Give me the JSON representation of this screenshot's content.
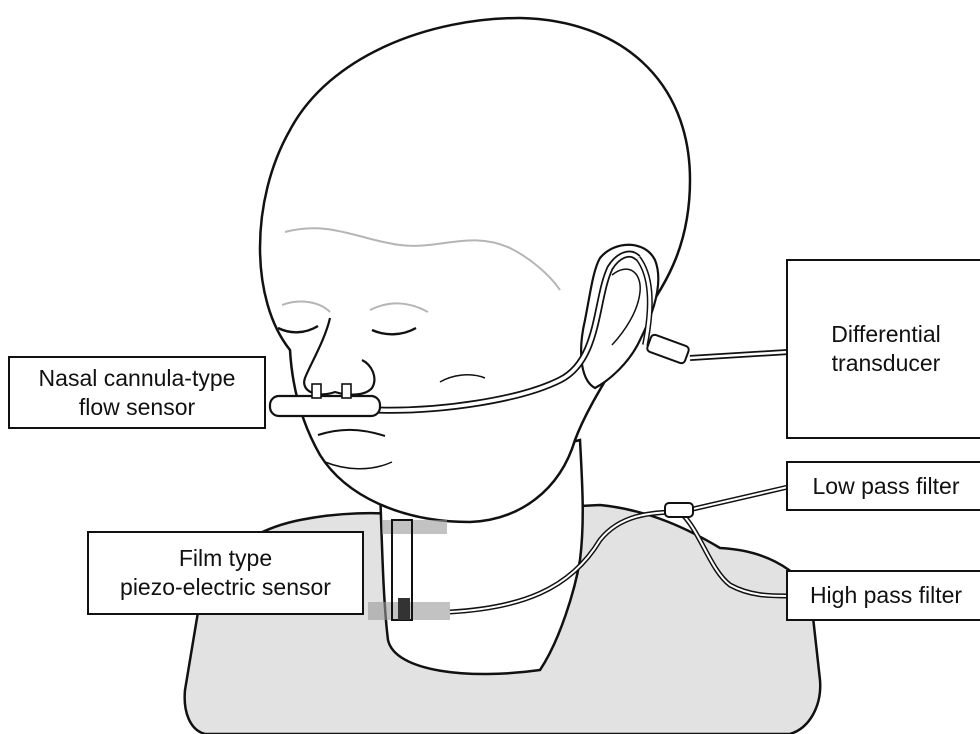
{
  "labels": {
    "nasal": {
      "line1": "Nasal cannula-type",
      "line2": "flow sensor"
    },
    "differential": {
      "line1": "Differential",
      "line2": "transducer"
    },
    "low_pass": "Low pass filter",
    "film": {
      "line1": "Film type",
      "line2": "piezo-electric sensor"
    },
    "high_pass": "High pass filter"
  },
  "colors": {
    "line": "#111111",
    "shoulder_fill": "#e2e2e2",
    "strap": "#9a9a9a",
    "brow": "#b5b5b5",
    "background": "#ffffff"
  }
}
